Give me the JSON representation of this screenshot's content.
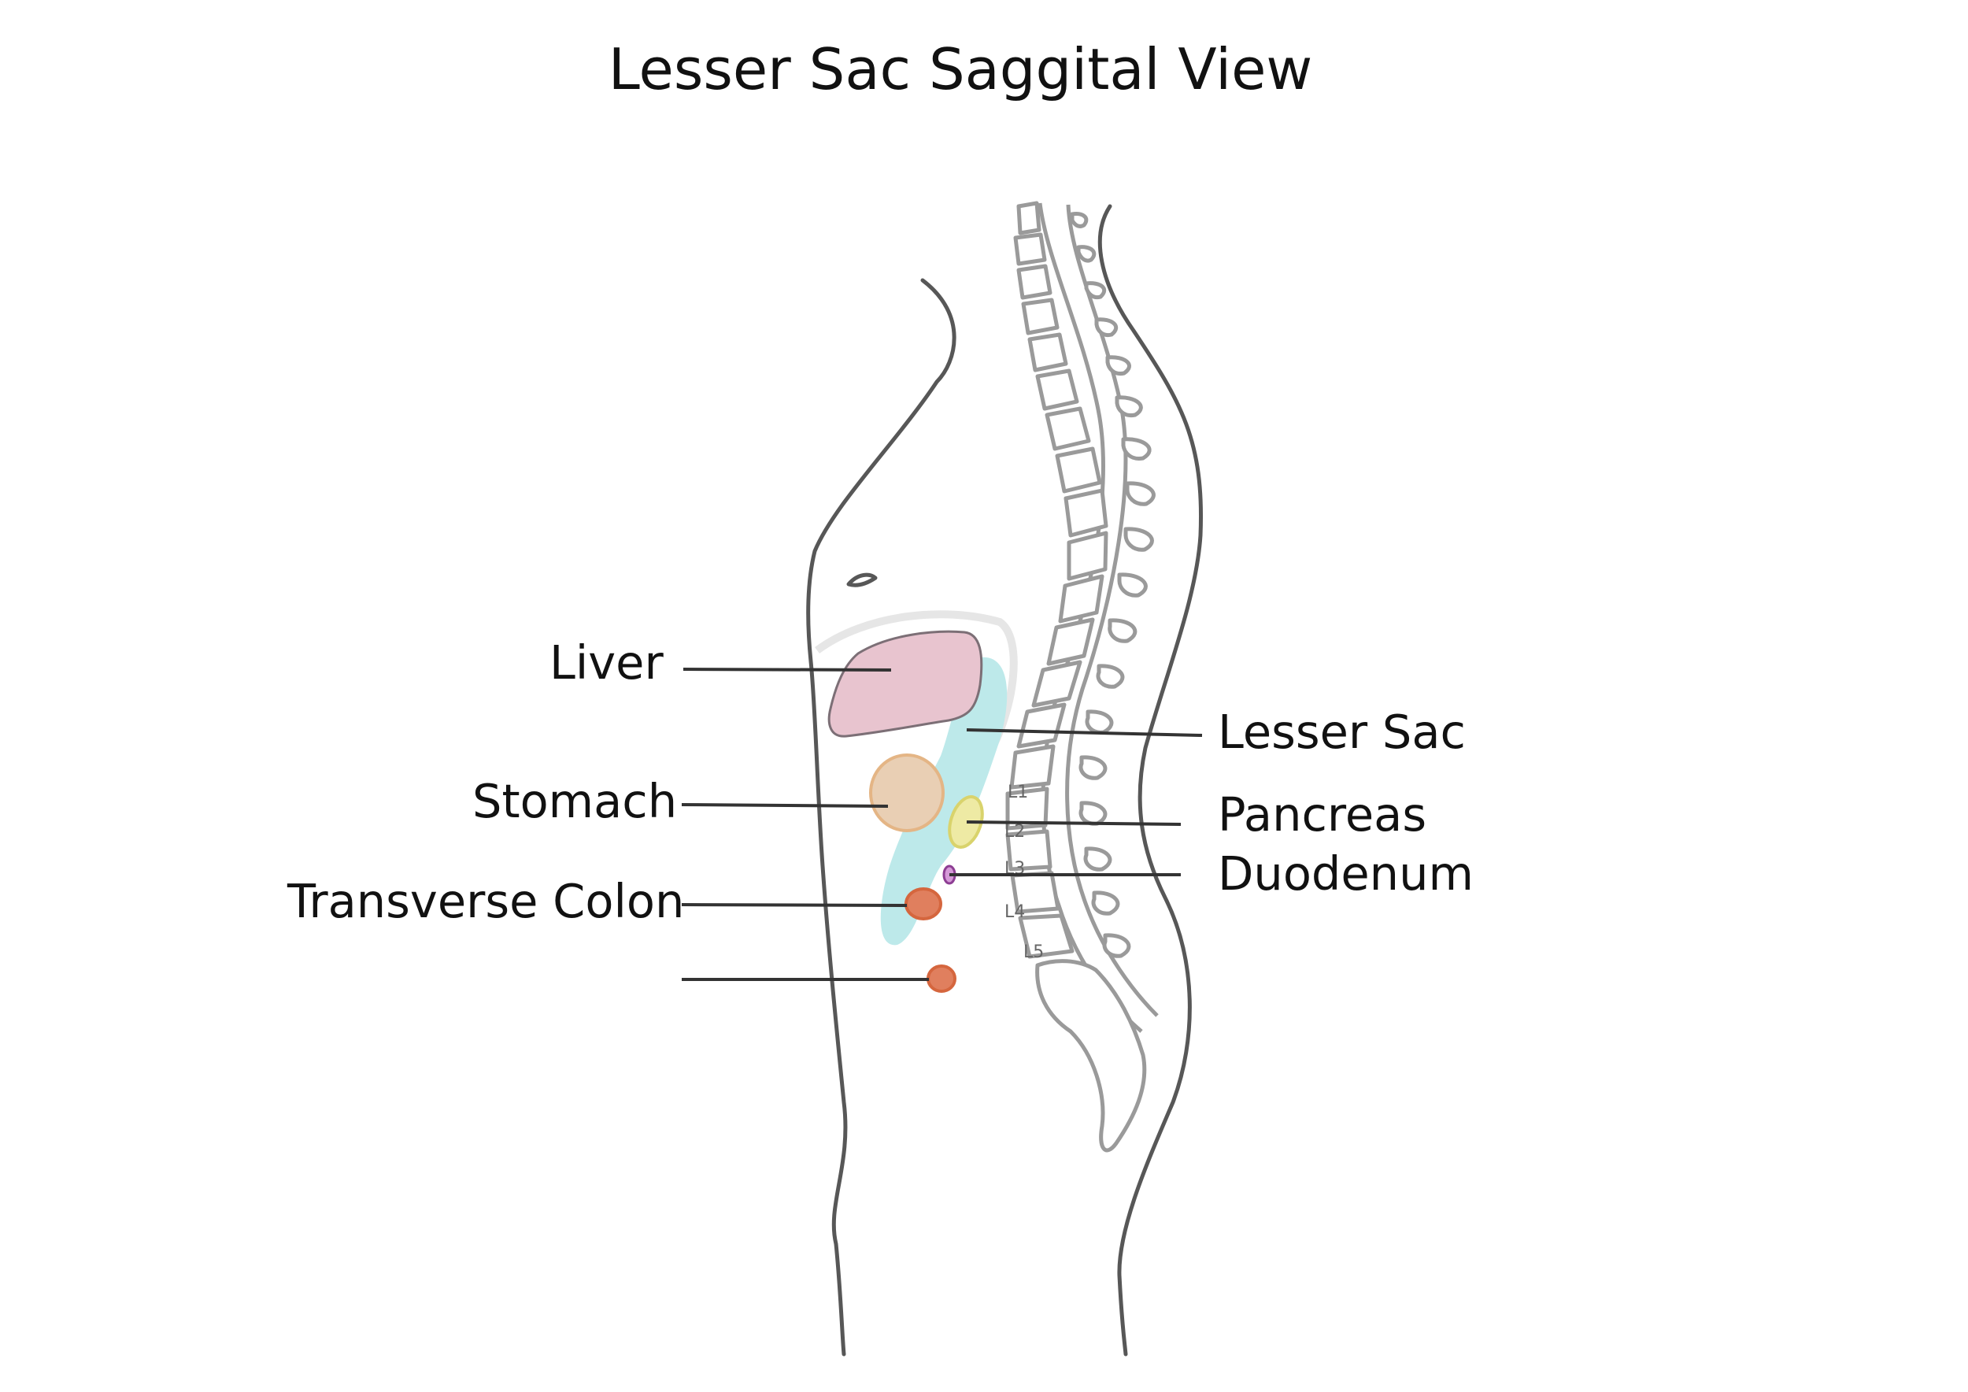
{
  "title": "Lesser Sac Saggital View",
  "labels": {
    "liver": "Liver",
    "stomach": "Stomach",
    "transverse_colon": "Transverse Colon",
    "lesser_sac": "Lesser Sac",
    "pancreas": "Pancreas",
    "duodenum": "Duodenum"
  },
  "vertebrae": [
    "L1",
    "L2",
    "L3",
    "L4",
    "L5"
  ],
  "colors": {
    "liver": "#e8c4cf",
    "stomach": "#e9cfb4",
    "lesser_sac": "#bde9ea",
    "pancreas": "#eeeaa4",
    "duodenum": "#d59ad8",
    "colon": "#e07f5e",
    "outline": "#575757",
    "spine": "#9a9a9a"
  }
}
